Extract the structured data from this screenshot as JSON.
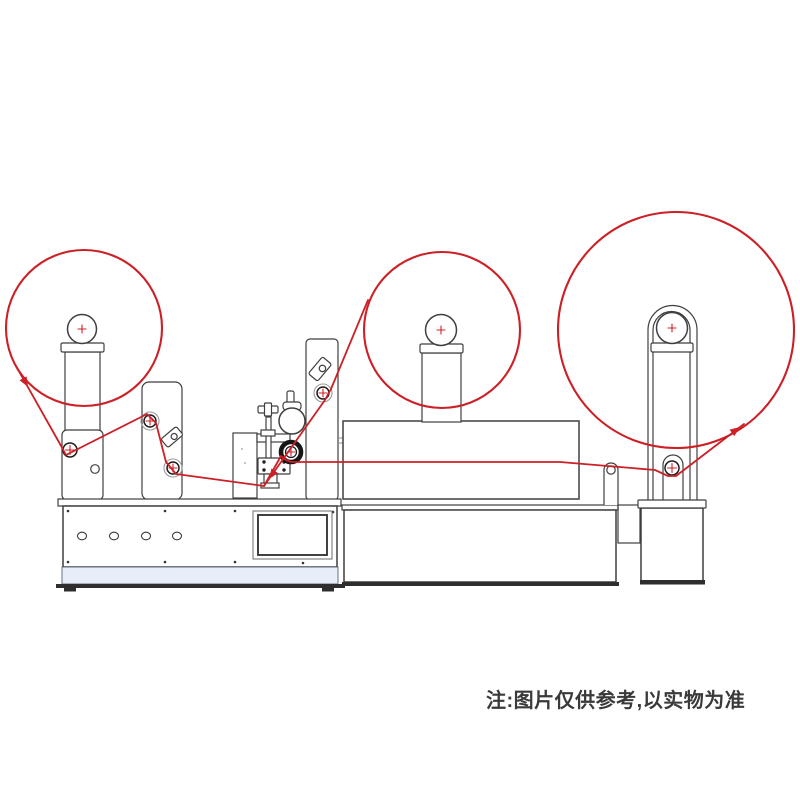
{
  "note": {
    "text": "注:图片仅供参考,以实物为准"
  },
  "colors": {
    "web": "#cc2026",
    "outline": "#3f3f3f",
    "band": "#e7eef9",
    "bar": "#2e2e2e",
    "note": "#3a3a3a",
    "background": "#ffffff"
  },
  "parts": {
    "left_reel": "unwind-reel",
    "middle_reel": "supply-reel",
    "right_reel": "rewind-reel",
    "web_path": "material-web-path",
    "tunnel": "conveyor-tunnel",
    "note_label": "reference-note"
  }
}
